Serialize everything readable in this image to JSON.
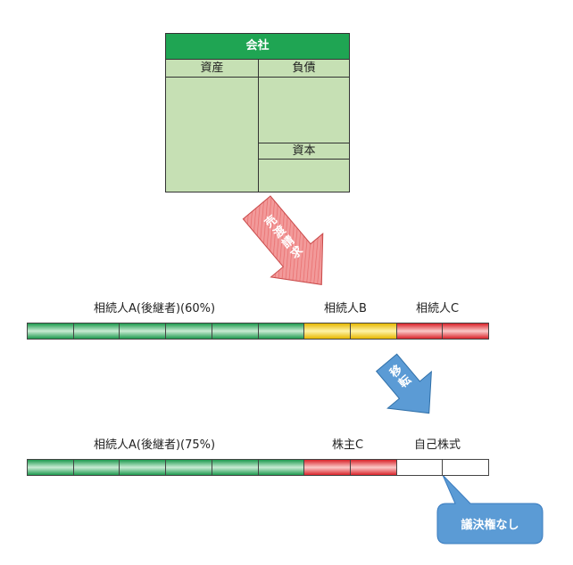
{
  "company": {
    "title": "会社",
    "assets_label": "資産",
    "liabilities_label": "負債",
    "capital_label": "資本"
  },
  "arrow_sale": {
    "text": "売渡請求"
  },
  "arrow_transfer": {
    "text": "移転"
  },
  "before": {
    "heir_a_label": "相続人A(後継者)(60%)",
    "heir_b_label": "相続人B",
    "heir_c_label": "相続人C",
    "segments": [
      "green",
      "green",
      "green",
      "green",
      "green",
      "green",
      "yellow",
      "yellow",
      "red",
      "red"
    ]
  },
  "after": {
    "heir_a_label": "相続人A(後継者)(75%)",
    "shareholder_c_label": "株主C",
    "treasury_label": "自己株式",
    "segments": [
      "green",
      "green",
      "green",
      "green",
      "green",
      "green",
      "red",
      "red",
      "white",
      "white"
    ]
  },
  "callout": {
    "text": "議決権なし"
  },
  "colors": {
    "header_green": "#1fa553",
    "table_fill": "#c6e0b4",
    "arrow_pink": "#f08a8a",
    "arrow_blue": "#5b9bd5",
    "callout_blue": "#5b9bd5"
  }
}
